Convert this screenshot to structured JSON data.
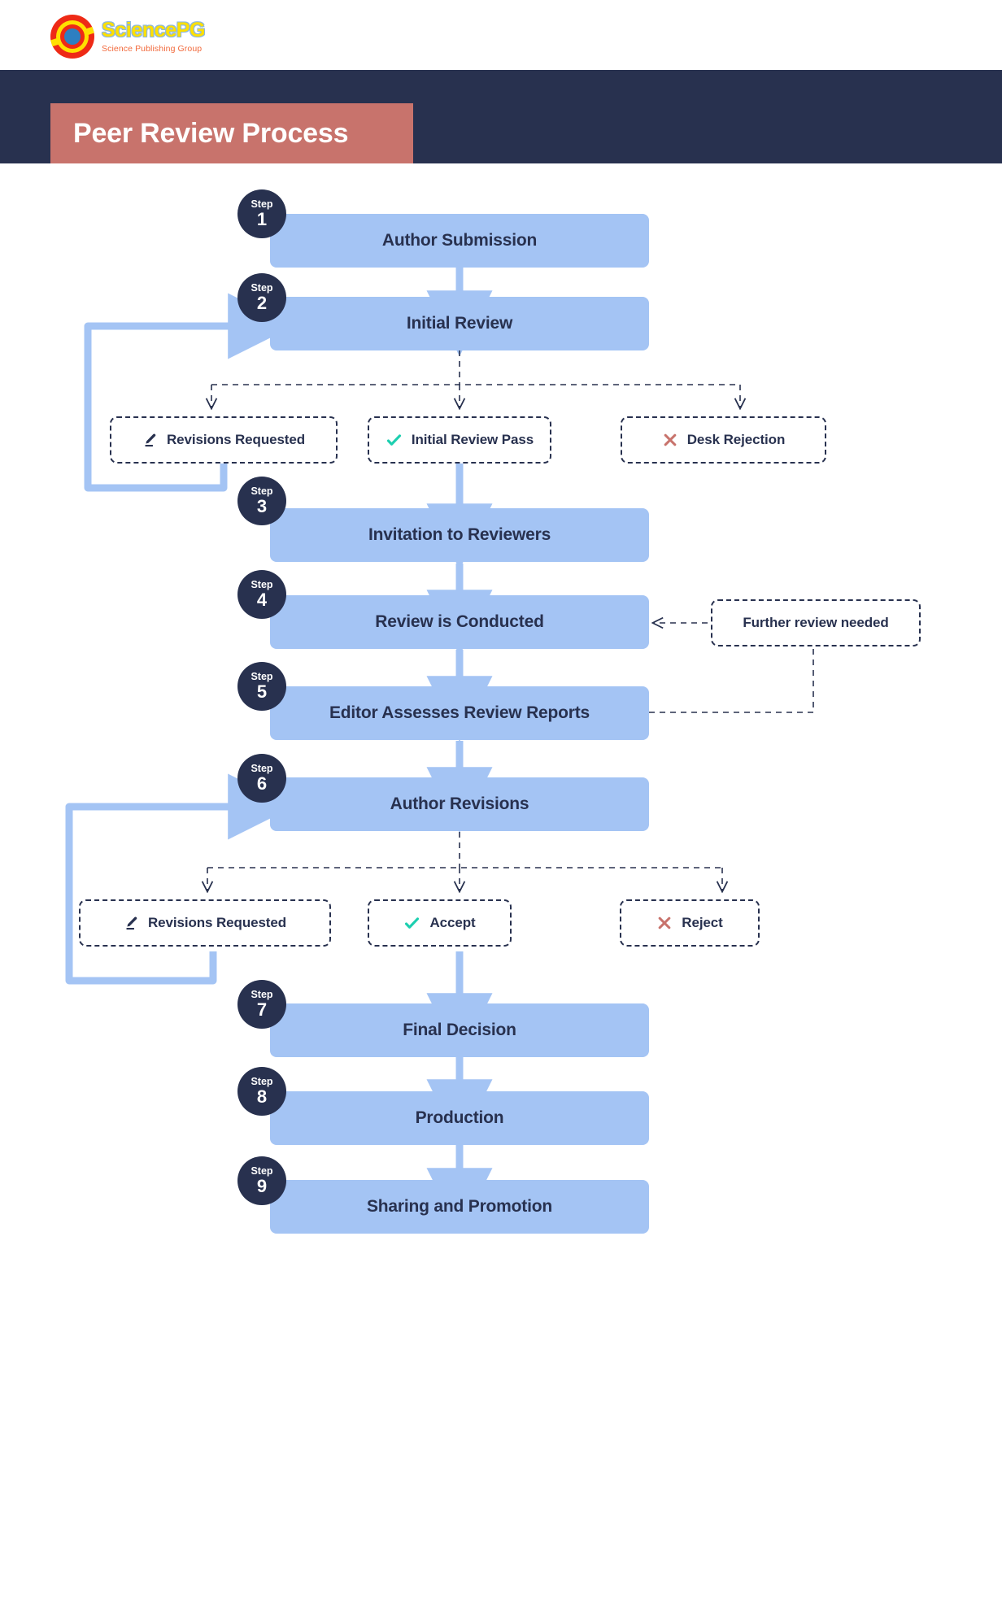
{
  "brand": {
    "logo_title": "SciencePG",
    "logo_subtitle": "Science Publishing Group",
    "logo_icon": "sciencepg-logo-icon"
  },
  "header": {
    "title": "Peer Review Process",
    "banner_color": "#28314f",
    "plate_color": "#c8736c"
  },
  "colors": {
    "step_bar": "#a4c4f4",
    "badge": "#28314f",
    "arrow": "#a4c4f4",
    "dashed": "#28314f",
    "check": "#1ecfb0",
    "cross": "#c8736c",
    "pencil": "#28314f"
  },
  "flow": {
    "badge_word": "Step",
    "steps": [
      {
        "num": "1",
        "label": "Author Submission"
      },
      {
        "num": "2",
        "label": "Initial Review"
      },
      {
        "num": "3",
        "label": "Invitation to Reviewers"
      },
      {
        "num": "4",
        "label": "Review is Conducted"
      },
      {
        "num": "5",
        "label": "Editor Assesses Review Reports"
      },
      {
        "num": "6",
        "label": "Author Revisions"
      },
      {
        "num": "7",
        "label": "Final Decision"
      },
      {
        "num": "8",
        "label": "Production"
      },
      {
        "num": "9",
        "label": "Sharing and Promotion"
      }
    ],
    "branch_one": [
      {
        "label": "Revisions Requested",
        "icon": "pencil-icon"
      },
      {
        "label": "Initial Review Pass",
        "icon": "check-icon"
      },
      {
        "label": "Desk Rejection",
        "icon": "cross-icon"
      }
    ],
    "branch_two": [
      {
        "label": "Revisions Requested",
        "icon": "pencil-icon"
      },
      {
        "label": "Accept",
        "icon": "check-icon"
      },
      {
        "label": "Reject",
        "icon": "cross-icon"
      }
    ],
    "side_note": {
      "label": "Further review needed"
    }
  }
}
